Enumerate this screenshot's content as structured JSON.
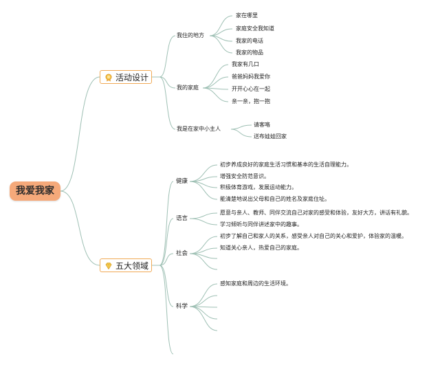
{
  "root": "我爱我家",
  "branches": {
    "activity": {
      "title": "活动设计",
      "icon": "award-medal-icon",
      "groups": [
        {
          "label": "我住的地方",
          "items": [
            "家在哪里",
            "家庭安全我知道",
            "我家的电话",
            "我家的物品"
          ]
        },
        {
          "label": "我的家庭",
          "items": [
            "我家有几口",
            "爸爸妈妈我爱你",
            "开开心心在一起",
            "亲一亲，抱一抱"
          ]
        },
        {
          "label": "我是在家中小主人",
          "items": [
            "请客咯",
            "送布娃娃回家"
          ]
        }
      ]
    },
    "domains": {
      "title": "五大领域",
      "icon": "diamond-icon",
      "groups": [
        {
          "label": "健康",
          "items": [
            "初步养成良好的家庭生活习惯和基本的生活自理能力。",
            "增强安全防范意识。",
            "积极体育游戏，发展运动能力。",
            "能清楚地说出父母和自己的姓名及家庭住址。"
          ]
        },
        {
          "label": "语言",
          "items": [
            "愿意与亲人、教师、同伴交流自己对家的感受和体验，友好大方，讲话有礼貌。",
            "学习倾听与同伴讲述家中的趣事。"
          ]
        },
        {
          "label": "社会",
          "items": [
            "初步了解自己和家人的关系，感受亲人对自己的关心和爱护，体验家的温暖。",
            "知道关心亲人，热爱自己的家庭。"
          ]
        },
        {
          "label": "科学",
          "items": [
            "感知家庭和周边的生活环境。"
          ]
        }
      ]
    }
  },
  "colors": {
    "root_fill": "#f5a97a",
    "main_border": "#f0a955",
    "edge": "#9dbfb3"
  }
}
